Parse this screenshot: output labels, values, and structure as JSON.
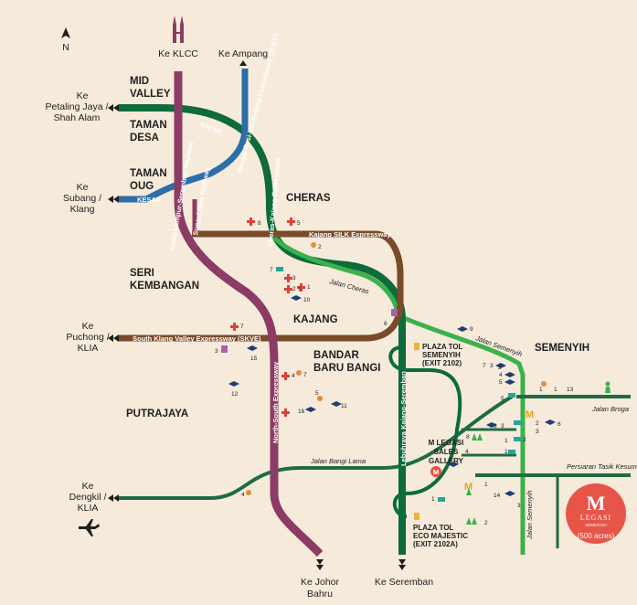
{
  "compass": "N",
  "destinations": {
    "klcc": "Ke KLCC",
    "ampang": "Ke Ampang",
    "petaling_jaya": [
      "Ke",
      "Petaling Jaya /",
      "Shah Alam"
    ],
    "subang": [
      "Ke",
      "Subang /",
      "Klang"
    ],
    "puchong": [
      "Ke",
      "Puchong /",
      "KLIA"
    ],
    "dengkil": [
      "Ke",
      "Dengkil /",
      "KLIA"
    ],
    "johor": [
      "Ke Johor",
      "Bahru"
    ],
    "seremban": "Ke Seremban"
  },
  "areas": {
    "mid_valley": [
      "MID",
      "VALLEY"
    ],
    "taman_desa": [
      "TAMAN",
      "DESA"
    ],
    "taman_oug": [
      "TAMAN",
      "OUG"
    ],
    "cheras": "CHERAS",
    "seri_kembangan": [
      "SERI",
      "KEMBANGAN"
    ],
    "kajang": "KAJANG",
    "bandar_baru_bangi": [
      "BANDAR",
      "BARU BANGI"
    ],
    "putrajaya": "PUTRAJAYA",
    "semenyih": "SEMENYIH"
  },
  "roads": {
    "salak": "SALAK",
    "suke": "Sungai Besi-Ulu Kelang Expressway (SUKE)",
    "kesas": "KESAS",
    "sungai_besi_hwy": "Sungai Besi Highway",
    "kl_seremban_hwy": "Kuala Lumpur-Seremban Highway",
    "cheras_kajang": "Cheras-Kajang Expressway",
    "silk": "Kajang SILK Expressway",
    "jalan_cheras": "Jalan Cheras",
    "skve": "South Klang Valley Expressway (SKVE)",
    "north_south": "North-South Expressway",
    "lekas": "Lebuhraya Kajang-Seremban",
    "jalan_semenyih_ne": "Jalan Semenyih",
    "jalan_semenyih_s": "Jalan Semenyih",
    "jalan_broga": "Jalan Broga",
    "persiaran": "Persiaran Tasik Kesuma",
    "jalan_bangi_lama": "Jalan Bangi Lama"
  },
  "tolls": {
    "semenyih": [
      "PLAZA TOL",
      "SEMENYIH",
      "(EXIT 2102)"
    ],
    "eco_majestic": [
      "PLAZA TOL",
      "ECO MAJESTIC",
      "(EXIT 2102A)"
    ]
  },
  "sales_gallery": [
    "M LEGASI",
    "SALES",
    "GALLERY"
  ],
  "badge": {
    "letter": "M",
    "name": "LEGASI",
    "sub": "SEMENYIH",
    "acres": "(500 acres)"
  },
  "poi_numbers": [
    "8",
    "5",
    "2",
    "7",
    "3",
    "1",
    "2",
    "1",
    "10",
    "6",
    "9",
    "7",
    "15",
    "3",
    "12",
    "4",
    "7",
    "5",
    "16",
    "11",
    "4",
    "3",
    "2",
    "4",
    "5",
    "6",
    "1",
    "13",
    "1",
    "2",
    "3",
    "3",
    "2",
    "8",
    "1",
    "1",
    "1",
    "14",
    "3",
    "2",
    "1",
    "4",
    "3",
    "5",
    "7"
  ],
  "colors": {
    "background": "#f6eadb",
    "ks_highway": "#8c3c64",
    "cheras_kajang": "#1e6b45",
    "lekas": "#0d6b3c",
    "semenyih_road": "#3ab24a",
    "suke": "#2b6ea8",
    "silk": "#7a4a2a",
    "skve": "#7a4a2a",
    "badge": "#e65548"
  }
}
